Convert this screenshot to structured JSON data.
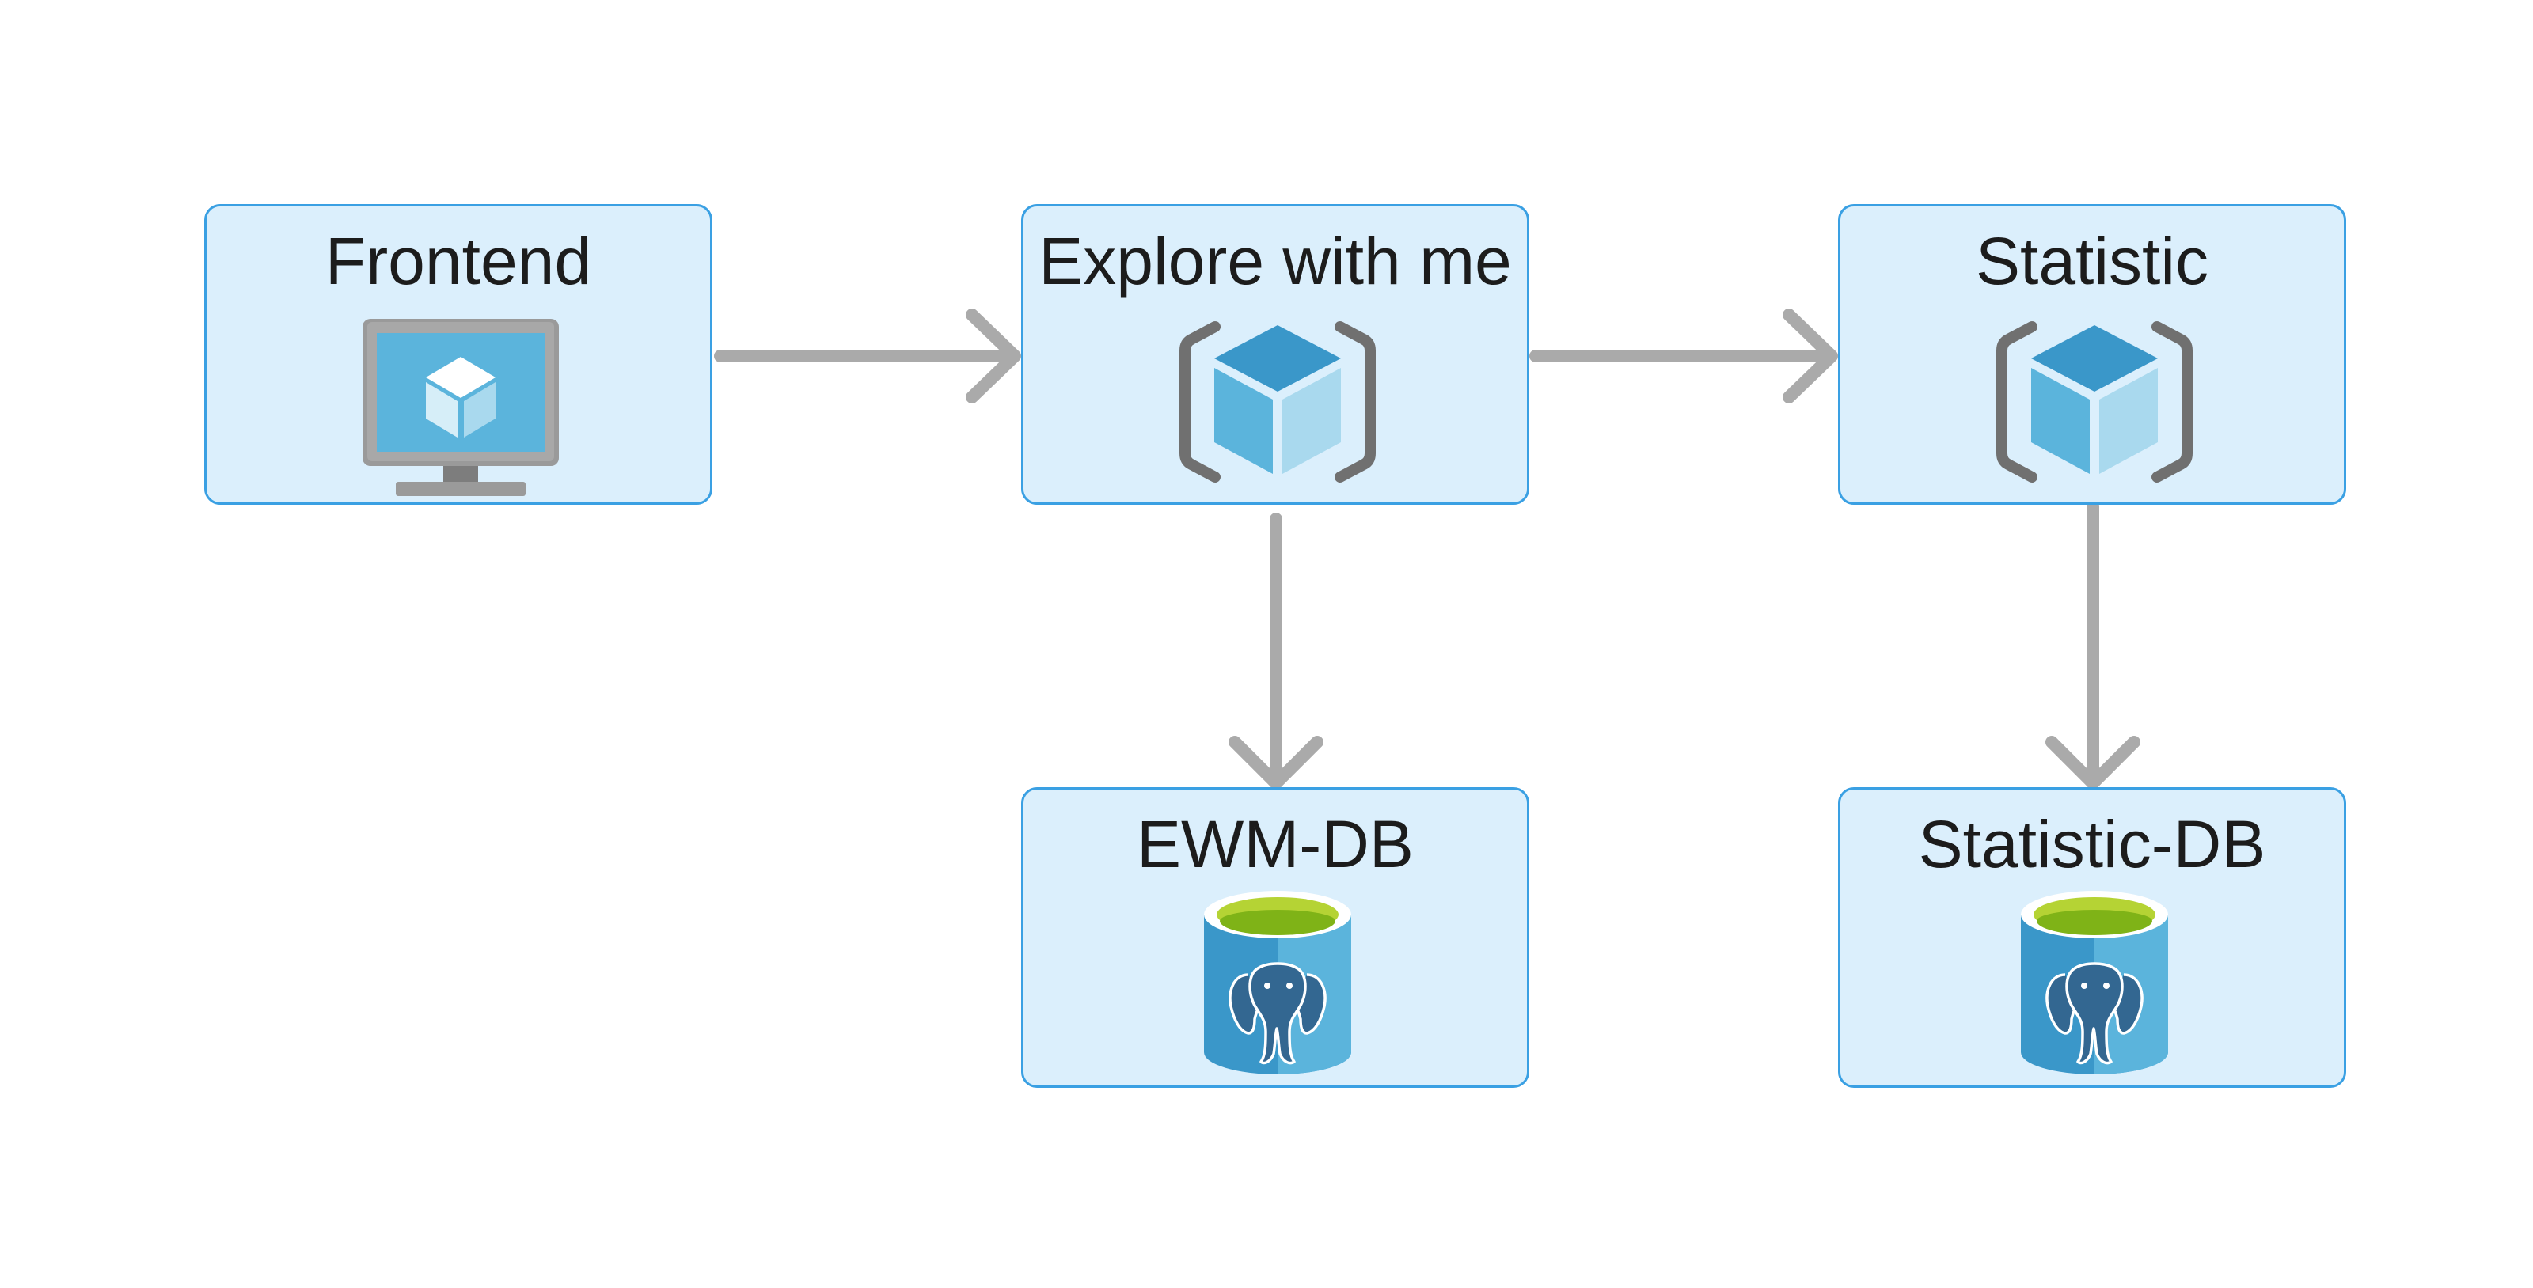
{
  "nodes": {
    "frontend": {
      "label": "Frontend",
      "icon": "vm-monitor-icon"
    },
    "ewm": {
      "label": "Explore with me",
      "icon": "container-cube-icon"
    },
    "statistic": {
      "label": "Statistic",
      "icon": "container-cube-icon"
    },
    "ewm_db": {
      "label": "EWM-DB",
      "icon": "postgresql-database-icon"
    },
    "statistic_db": {
      "label": "Statistic-DB",
      "icon": "postgresql-database-icon"
    }
  },
  "edges": [
    {
      "from": "frontend",
      "to": "ewm"
    },
    {
      "from": "ewm",
      "to": "statistic"
    },
    {
      "from": "ewm",
      "to": "ewm_db"
    },
    {
      "from": "statistic",
      "to": "statistic_db"
    }
  ],
  "colors": {
    "node_fill": "#dbeffc",
    "node_border": "#3aa0e3",
    "arrow": "#aaaaaa",
    "icon_blue": "#3a97c9",
    "icon_light_blue": "#5bb4dc",
    "icon_pale_blue": "#a9d9ee",
    "db_green": "#b5d334",
    "bracket_gray": "#707070"
  }
}
